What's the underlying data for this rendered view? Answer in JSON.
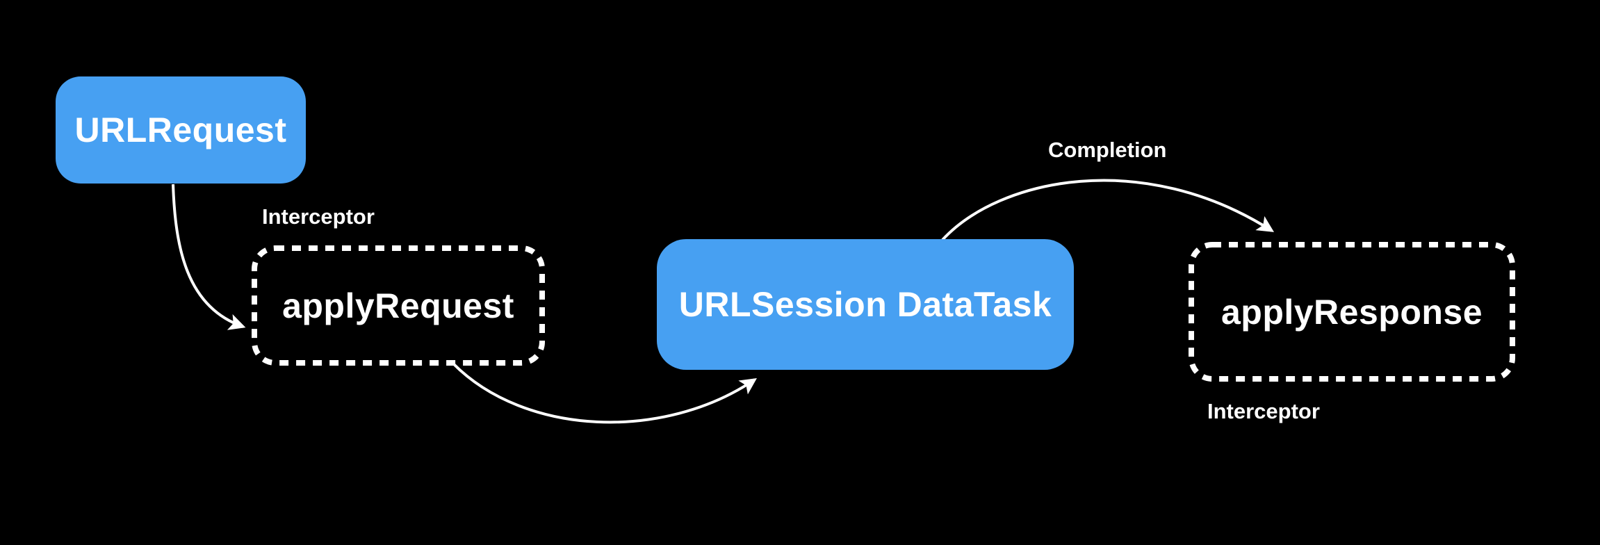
{
  "diagram": {
    "title_hint": "URLSession interceptor flow",
    "colors": {
      "background": "#000000",
      "node_fill": "#47a0f2",
      "text": "#ffffff",
      "line": "#ffffff"
    },
    "nodes": [
      {
        "id": "url-request",
        "label": "URLRequest",
        "style": "solid-blue"
      },
      {
        "id": "apply-request",
        "label": "applyRequest",
        "style": "dashed-outline"
      },
      {
        "id": "urlsession-datatask",
        "label": "URLSession DataTask",
        "style": "solid-blue"
      },
      {
        "id": "apply-response",
        "label": "applyResponse",
        "style": "dashed-outline"
      }
    ],
    "annotations": [
      {
        "id": "interceptor-request",
        "text": "Interceptor"
      },
      {
        "id": "completion",
        "text": "Completion"
      },
      {
        "id": "interceptor-response",
        "text": "Interceptor"
      }
    ],
    "edges": [
      {
        "from": "url-request",
        "to": "apply-request"
      },
      {
        "from": "apply-request",
        "to": "urlsession-datatask"
      },
      {
        "from": "urlsession-datatask",
        "to": "apply-response",
        "label": "Completion"
      }
    ]
  }
}
